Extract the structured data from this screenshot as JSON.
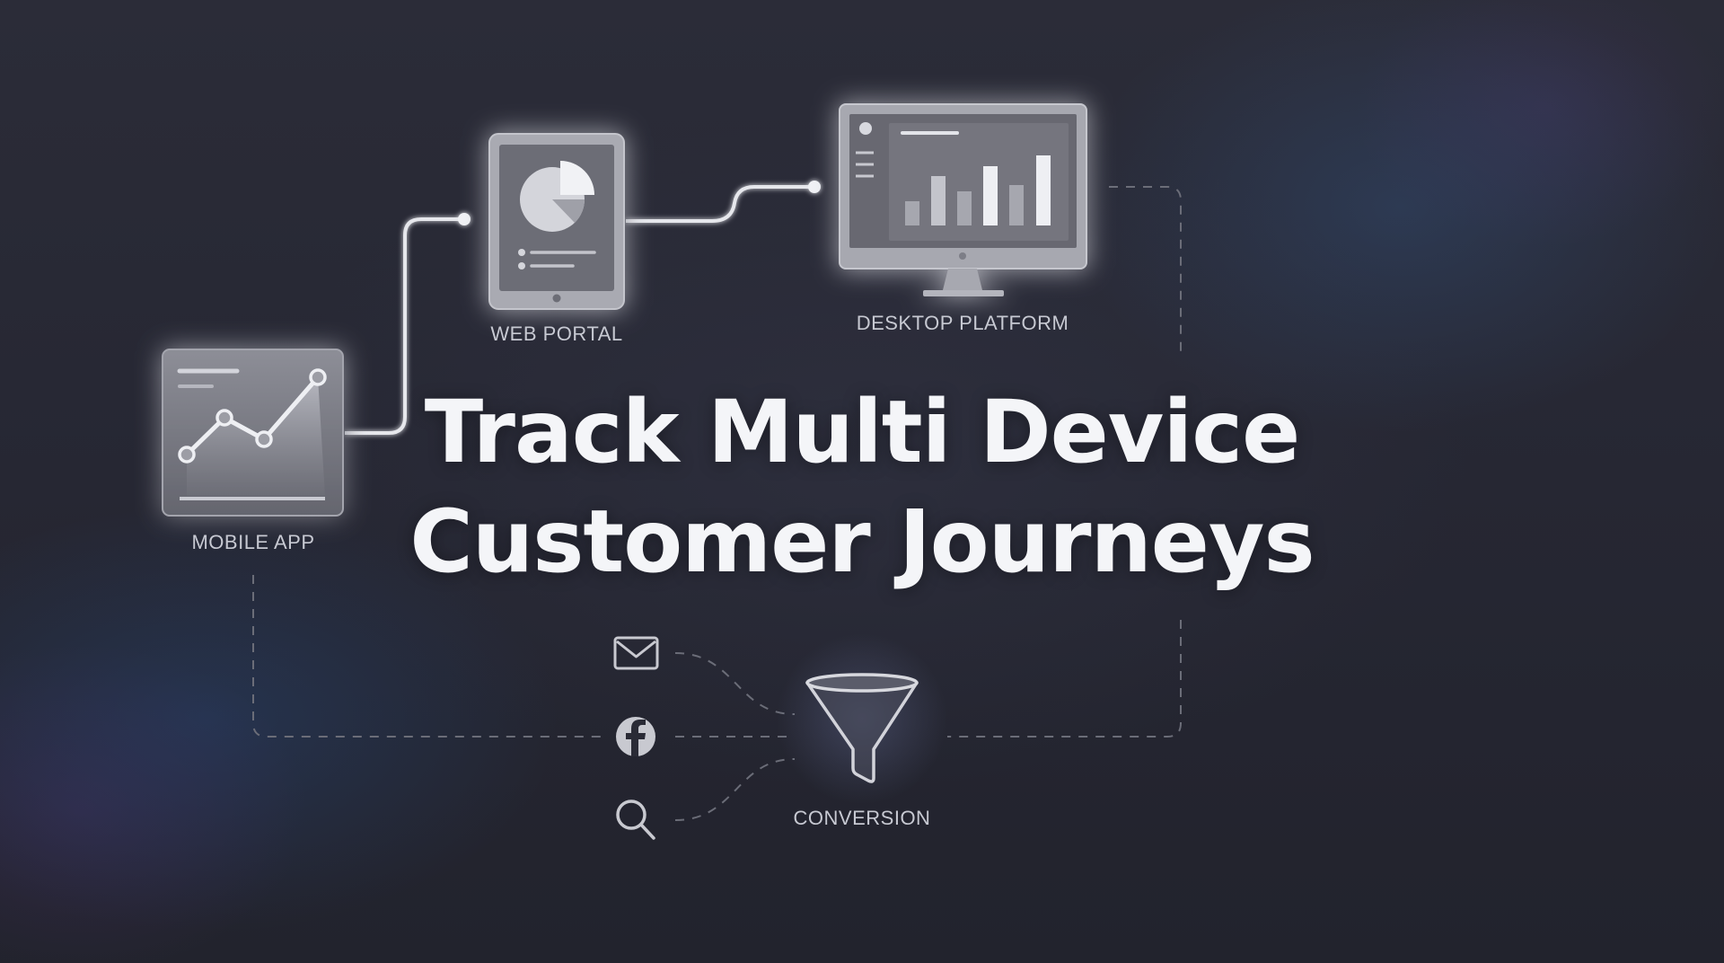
{
  "headline": {
    "line1": "Track Multi Device",
    "line2": "Customer Journeys"
  },
  "devices": {
    "mobile": "MOBILE APP",
    "web": "WEB PORTAL",
    "desktop": "DESKTOP PLATFORM"
  },
  "channels": [
    "mail-icon",
    "facebook-icon",
    "search-icon"
  ],
  "conversion": {
    "label": "CONVERSION",
    "icon": "funnel-icon"
  },
  "colors": {
    "background": "#262733",
    "panel": "#8a8b94",
    "line": "#e6e7ec",
    "dashed": "#6b6d78",
    "text": "#c7c9d2",
    "headline": "#f4f5f8"
  }
}
